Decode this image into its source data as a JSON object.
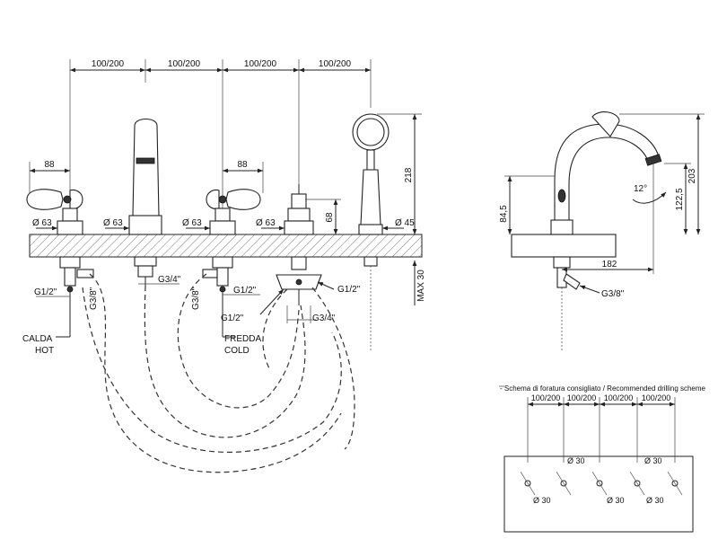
{
  "front_view": {
    "spacing": [
      "100/200",
      "100/200",
      "100/200",
      "100/200"
    ],
    "handle_offset_left": "88",
    "handle_offset_right": "88",
    "dia_labels": [
      "Ø 63",
      "Ø 63",
      "Ø 63",
      "Ø 63",
      "Ø 45"
    ],
    "height_218": "218",
    "height_68": "68",
    "max_30": "MAX 30",
    "conn_g12_left": "G1/2\"",
    "conn_g38_left": "G3/8\"",
    "conn_g34_spout": "G3/4\"",
    "conn_g38_mid": "G3/8\"",
    "conn_g12_mid": "G1/2\"",
    "conn_g12_mid_low": "G1/2\"",
    "conn_g34_div": "G3/4\"",
    "conn_g12_div": "G1/2\"",
    "hot_label_1": "CALDA",
    "hot_label_2": "HOT",
    "cold_label_1": "FREDDA",
    "cold_label_2": "COLD"
  },
  "side_view": {
    "dim_203": "203",
    "dim_1225": "122,5",
    "dim_845": "84,5",
    "dim_182": "182",
    "angle": "12°",
    "conn_g38": "G3/8\""
  },
  "drilling": {
    "title": "- Schema di foratura consigliato / Recommended drilling scheme",
    "spacing": [
      "100/200",
      "100/200",
      "100/200",
      "100/200"
    ],
    "holes": [
      "Ø 30",
      "Ø 30",
      "Ø 30",
      "Ø 30",
      "Ø 30"
    ]
  }
}
